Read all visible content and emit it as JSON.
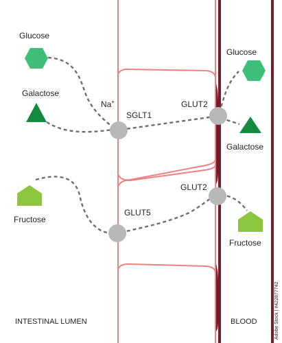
{
  "labels": {
    "glucose_left": "Glucose",
    "galactose_left": "Galactose",
    "fructose_left": "Fructose",
    "glucose_right": "Glucose",
    "galactose_right": "Galactose",
    "fructose_right": "Fructose",
    "sodium_base": "Na",
    "sodium_charge": "+",
    "sglt1": "SGLT1",
    "glut2_top": "GLUT2",
    "glut5": "GLUT5",
    "glut2_bottom": "GLUT2",
    "lumen": "INTESTINAL LUMEN",
    "blood": "BLOOD"
  },
  "side_text": "Adobe Stock | #422877742",
  "colors": {
    "glucose": "#3dbf7a",
    "galactose": "#138a3e",
    "fructose": "#8cc63f",
    "cell_membrane": "#f08080",
    "blood_vessel": "#7a1a28",
    "transporter": "#b8b8b8",
    "dashed_path": "#6e6e6e"
  }
}
